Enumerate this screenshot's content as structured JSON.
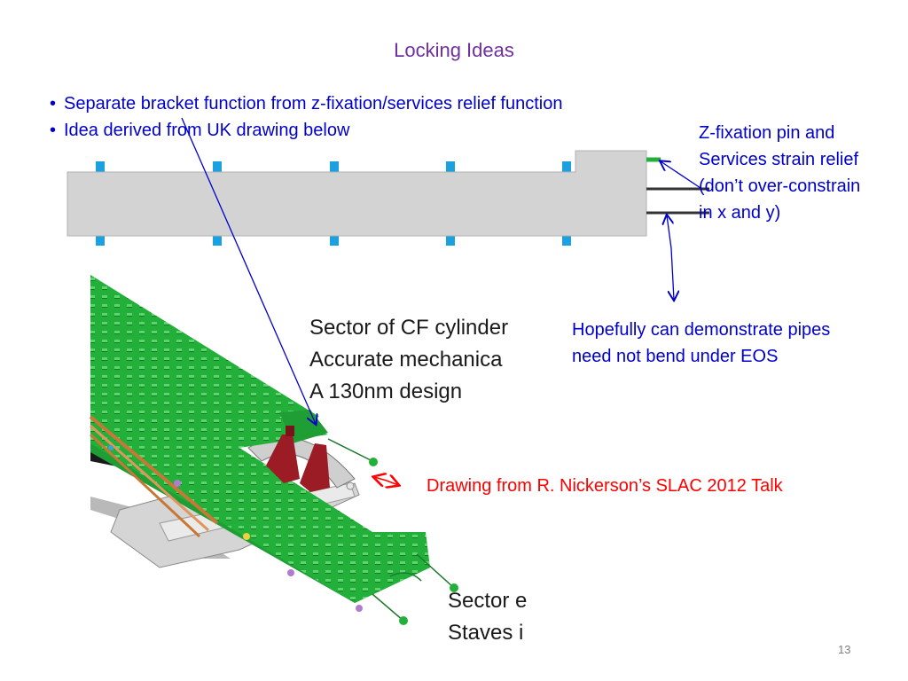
{
  "slide": {
    "title": "Locking Ideas",
    "bullets": [
      "Separate bracket function from z-fixation/services relief function",
      "Idea derived from UK drawing below"
    ],
    "bullet_symbol": "•",
    "zfix_note": [
      "Z-fixation pin and",
      "Services strain relief",
      "(don’t over-constrain",
      "in x and y)"
    ],
    "pipes_note": [
      "Hopefully can demonstrate pipes",
      "need not bend under EOS"
    ],
    "credit": "Drawing from R. Nickerson’s SLAC 2012 Talk",
    "slide_number": "13",
    "drawing_text": {
      "block1": [
        "Sector of CF cylinder",
        "Accurate mechanica",
        "A 130nm design"
      ],
      "block2": [
        "Sector e",
        "Staves i"
      ]
    }
  },
  "colors": {
    "title": "#7030a0",
    "bullets": "#0000cc",
    "credit": "#ff0000",
    "bracket": "#d0d0d0",
    "pin": "#1ba0e0",
    "stave_green": "#22b03a",
    "bracket_red": "#9b1c24"
  }
}
